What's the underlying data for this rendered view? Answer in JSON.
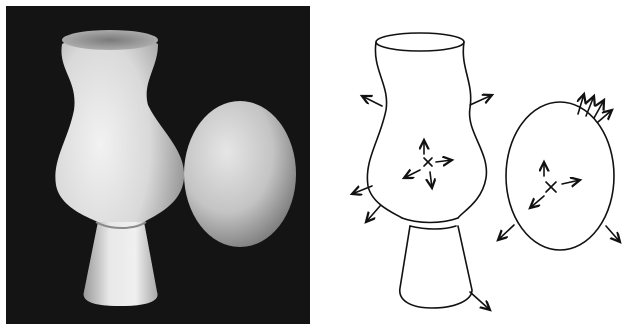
{
  "panels": {
    "photo": {
      "background_color": "#141414",
      "objects": [
        "vase",
        "egg"
      ]
    },
    "sketch": {
      "line_color": "#111111",
      "objects": [
        "vase-outline",
        "egg-outline"
      ],
      "marker_names": [
        "normal-arrow",
        "center-cross",
        "light-direction-arrows"
      ]
    }
  }
}
